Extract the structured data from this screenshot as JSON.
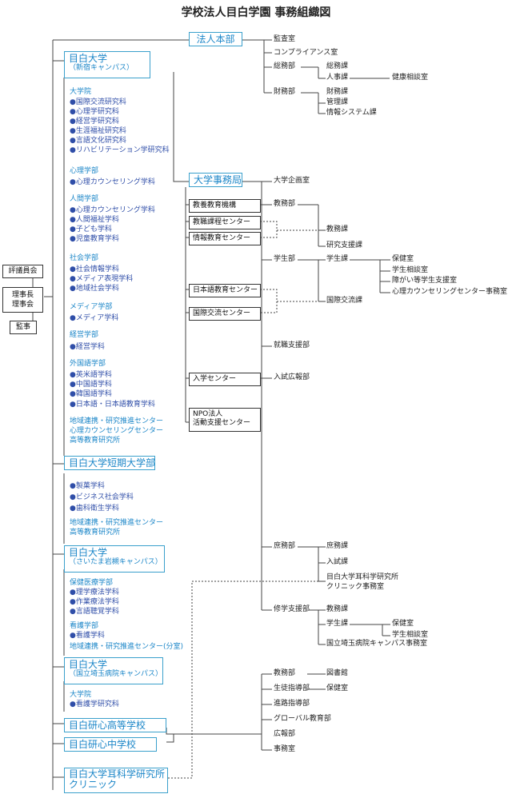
{
  "title": "学校法人目白学園 事務組織図",
  "left_boxes": {
    "hyogi": "評議員会",
    "rijicho": "理事長",
    "rijikai": "理事会",
    "kanji": "監事"
  },
  "honbu": {
    "name": "法人本部",
    "items": {
      "kansa": "監査室",
      "compliance": "コンプライアンス室",
      "somubu": "総務部",
      "somuka": "総務課",
      "jinjika": "人事課",
      "kenko": "健康相談室",
      "zaimubu": "財務部",
      "zaimuka": "財務課",
      "kanrika": "管理課",
      "joho": "情報システム課"
    }
  },
  "mejiro_shinjuku": {
    "name": "目白大学",
    "campus": "（新宿キャンパス）",
    "lines": [
      "大学院",
      "●国際交流研究科",
      "●心理学研究科",
      "●経営学研究科",
      "●生涯福祉研究科",
      "●言語文化研究科",
      "●リハビリテーション学研究科",
      "心理学部",
      "●心理カウンセリング学科",
      "人間学部",
      "●心理カウンセリング学科",
      "●人間福祉学科",
      "●子ども学科",
      "●児童教育学科",
      "社会学部",
      "●社会情報学科",
      "●メディア表現学科",
      "●地域社会学科",
      "メディア学部",
      "●メディア学科",
      "経営学部",
      "●経営学科",
      "外国語学部",
      "●英米語学科",
      "●中国語学科",
      "●韓国語学科",
      "●日本語・日本語教育学科",
      "地域連携・研究推進センター",
      "心理カウンセリングセンター",
      "高等教育研究所"
    ]
  },
  "tanki": {
    "name": "目白大学短期大学部",
    "lines": [
      "●製菓学科",
      "●ビジネス社会学科",
      "●歯科衛生学科",
      "地域連携・研究推進センター",
      "高等教育研究所"
    ]
  },
  "mejiro_iwatsuki": {
    "name": "目白大学",
    "campus": "（さいたま岩槻キャンパス）",
    "lines": [
      "保健医療学部",
      "●理学療法学科",
      "●作業療法学科",
      "●言語聴覚学科",
      "看護学部",
      "●看護学科",
      "地域連携・研究推進センター(分室)"
    ]
  },
  "mejiro_saitama": {
    "name": "目白大学",
    "campus": "（国立埼玉病院キャンパス）",
    "lines": [
      "大学院",
      "●看護学研究科"
    ]
  },
  "high_school": "目白研心高等学校",
  "junior_high": "目白研心中学校",
  "clinic": {
    "line1": "目白大学耳科学研究所",
    "line2": "クリニック"
  },
  "jimukyoku": {
    "name": "大学事務局",
    "items": {
      "kikaku": "大学企画室",
      "kyomubu": "教務部",
      "kyomuka": "教務課",
      "kenkyushien": "研究支援課",
      "gakuseibu": "学生部",
      "gakuseika": "学生課",
      "hokenshitsu": "保健室",
      "gakuseisodan": "学生相談室",
      "shogai": "障がい等学生支援室",
      "shinri_center": "心理カウンセリングセンター事務室",
      "kokusai_ka": "国際交流課",
      "shushoku": "就職支援部",
      "nyushi_koho": "入試広報部",
      "shomubu": "庶務部",
      "shomuka": "庶務課",
      "nyushika": "入試課",
      "jika1": "目白大学耳科学研究所",
      "jika2": "クリニック事務室",
      "shugakubu": "修学支援部",
      "kyomuka2": "教務課",
      "gakuseika2": "学生課",
      "hokenshitsu2": "保健室",
      "gakuseisodan2": "学生相談室",
      "saitama_jimu": "国立埼玉病院キャンパス事務室"
    }
  },
  "centers": {
    "kyoyo": "教養教育機構",
    "kyoshoku": "教職課程センター",
    "joho": "情報教育センター",
    "nihongo": "日本語教育センター",
    "kokusai": "国際交流センター",
    "nyugaku": "入学センター",
    "npo1": "NPO法人",
    "npo2": "活動支援センター"
  },
  "school_office": {
    "kyomubu": "教務部",
    "toshokan": "図書館",
    "seito": "生徒指導部",
    "hokenshitsu": "保健室",
    "shinro": "進路指導部",
    "global": "グローバル教育部",
    "koho": "広報部",
    "jimushitsu": "事務室"
  }
}
